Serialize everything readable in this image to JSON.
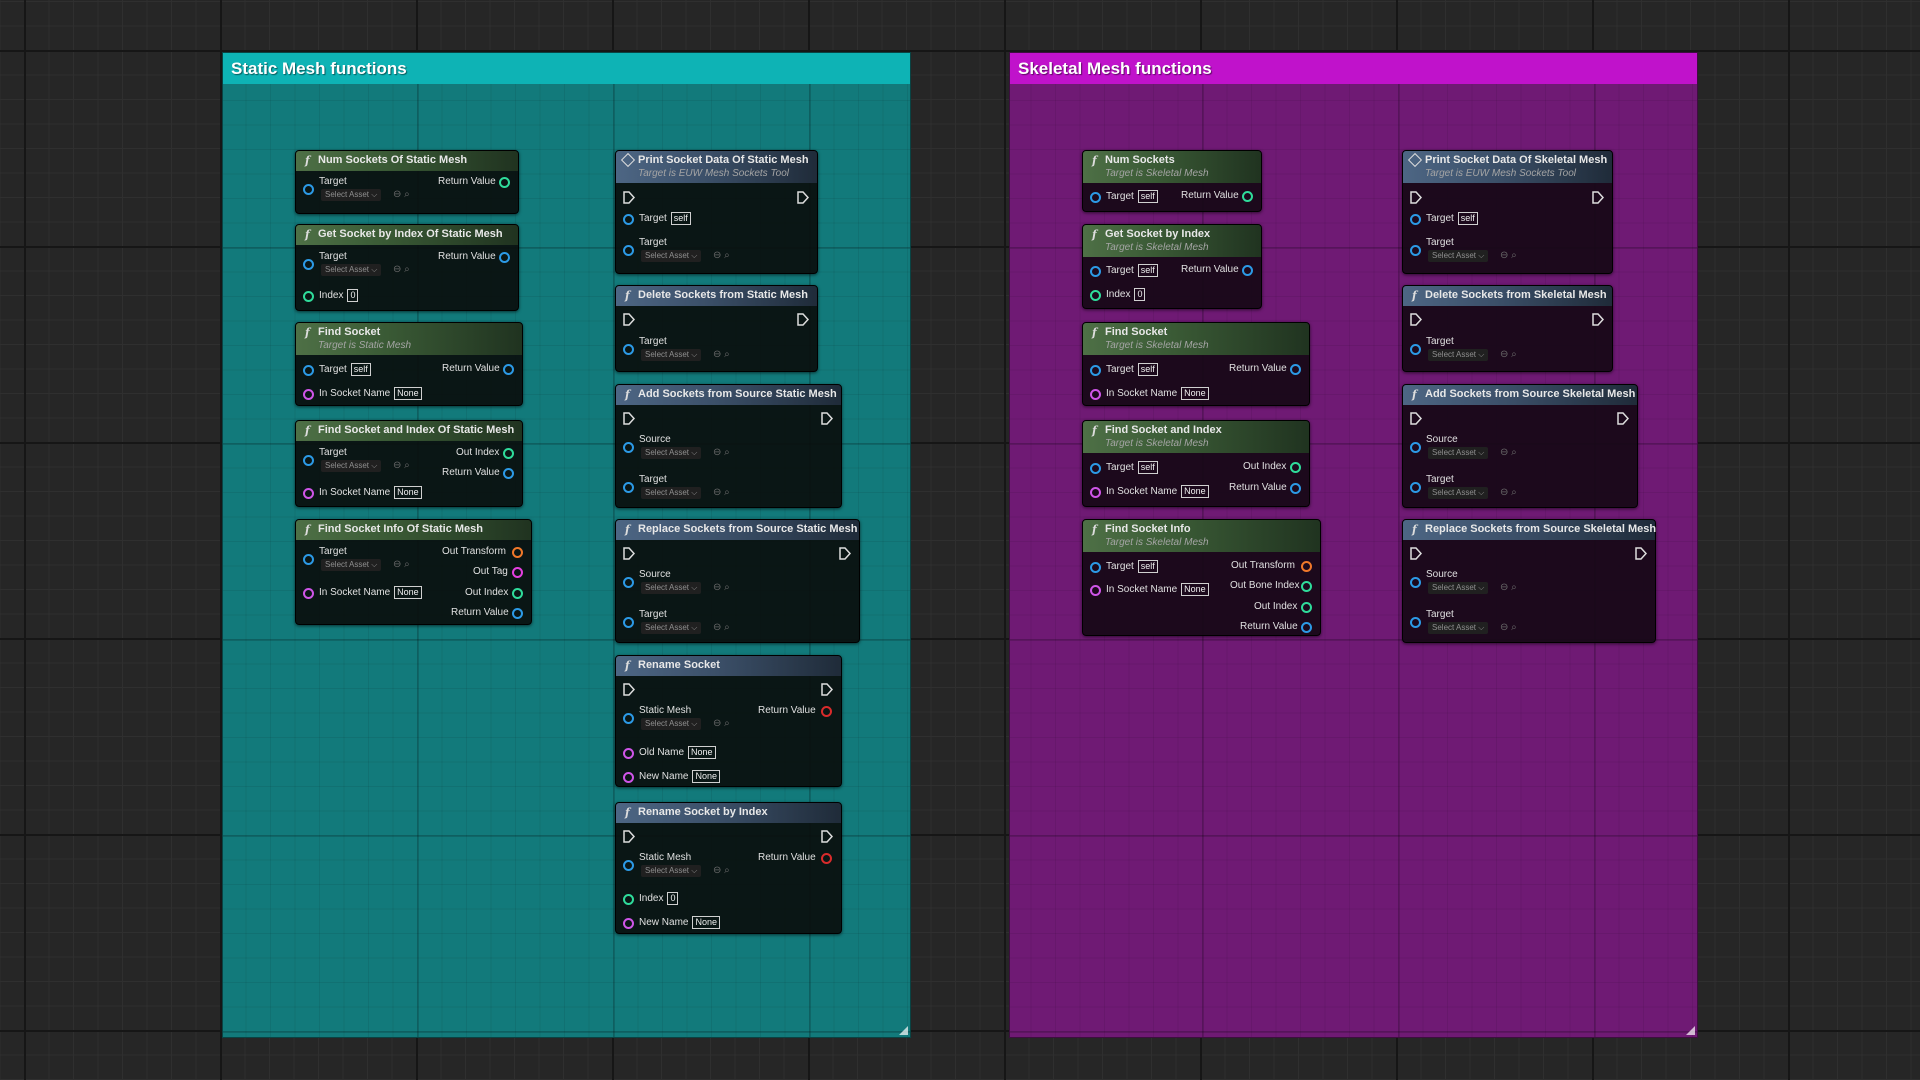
{
  "comments": {
    "static": {
      "title": "Static Mesh functions"
    },
    "skeletal": {
      "title": "Skeletal Mesh functions"
    }
  },
  "labels": {
    "target": "Target",
    "return_value": "Return Value",
    "index": "Index",
    "in_socket_name": "In Socket Name",
    "out_index": "Out Index",
    "out_transform": "Out Transform",
    "out_tag": "Out Tag",
    "out_bone_index": "Out Bone Index",
    "source": "Source",
    "static_mesh": "Static Mesh",
    "old_name": "Old Name",
    "new_name": "New Name",
    "select_asset": "Select Asset",
    "self": "self",
    "none": "None",
    "zero": "0"
  },
  "static_nodes": {
    "num_sockets": {
      "title": "Num Sockets Of Static Mesh"
    },
    "get_socket_by_index": {
      "title": "Get Socket by Index Of Static Mesh"
    },
    "find_socket": {
      "title": "Find Socket",
      "subtitle": "Target is Static Mesh"
    },
    "find_socket_and_index": {
      "title": "Find Socket and Index Of Static Mesh"
    },
    "find_socket_info": {
      "title": "Find Socket Info Of Static Mesh"
    },
    "print_socket_data": {
      "title": "Print Socket Data Of Static Mesh",
      "subtitle": "Target is EUW Mesh Sockets Tool"
    },
    "delete_sockets": {
      "title": "Delete Sockets from Static Mesh"
    },
    "add_sockets": {
      "title": "Add Sockets from Source Static Mesh"
    },
    "replace_sockets": {
      "title": "Replace Sockets from Source Static Mesh"
    },
    "rename_socket": {
      "title": "Rename Socket"
    },
    "rename_socket_by_index": {
      "title": "Rename Socket by Index"
    }
  },
  "skeletal_nodes": {
    "num_sockets": {
      "title": "Num Sockets",
      "subtitle": "Target is Skeletal Mesh"
    },
    "get_socket_by_index": {
      "title": "Get Socket by Index",
      "subtitle": "Target is Skeletal Mesh"
    },
    "find_socket": {
      "title": "Find Socket",
      "subtitle": "Target is Skeletal Mesh"
    },
    "find_socket_and_index": {
      "title": "Find Socket and Index",
      "subtitle": "Target is Skeletal Mesh"
    },
    "find_socket_info": {
      "title": "Find Socket Info",
      "subtitle": "Target is Skeletal Mesh"
    },
    "print_socket_data": {
      "title": "Print Socket Data Of Skeletal Mesh",
      "subtitle": "Target is EUW Mesh Sockets Tool"
    },
    "delete_sockets": {
      "title": "Delete Sockets from Skeletal Mesh"
    },
    "add_sockets": {
      "title": "Add Sockets from Source Skeletal Mesh"
    },
    "replace_sockets": {
      "title": "Replace Sockets from Source Skeletal Mesh"
    }
  },
  "colors": {
    "static_comment_header": "#0eb3b5",
    "static_comment_body": "#127a7b",
    "skeletal_comment_header": "#c012cb",
    "skeletal_comment_body": "#6f1a74",
    "pin_object": "#2c9ae6",
    "pin_int": "#2fdc9b",
    "pin_name": "#cf55e8",
    "pin_transform": "#f0782a",
    "pin_bool": "#d92b2b"
  }
}
